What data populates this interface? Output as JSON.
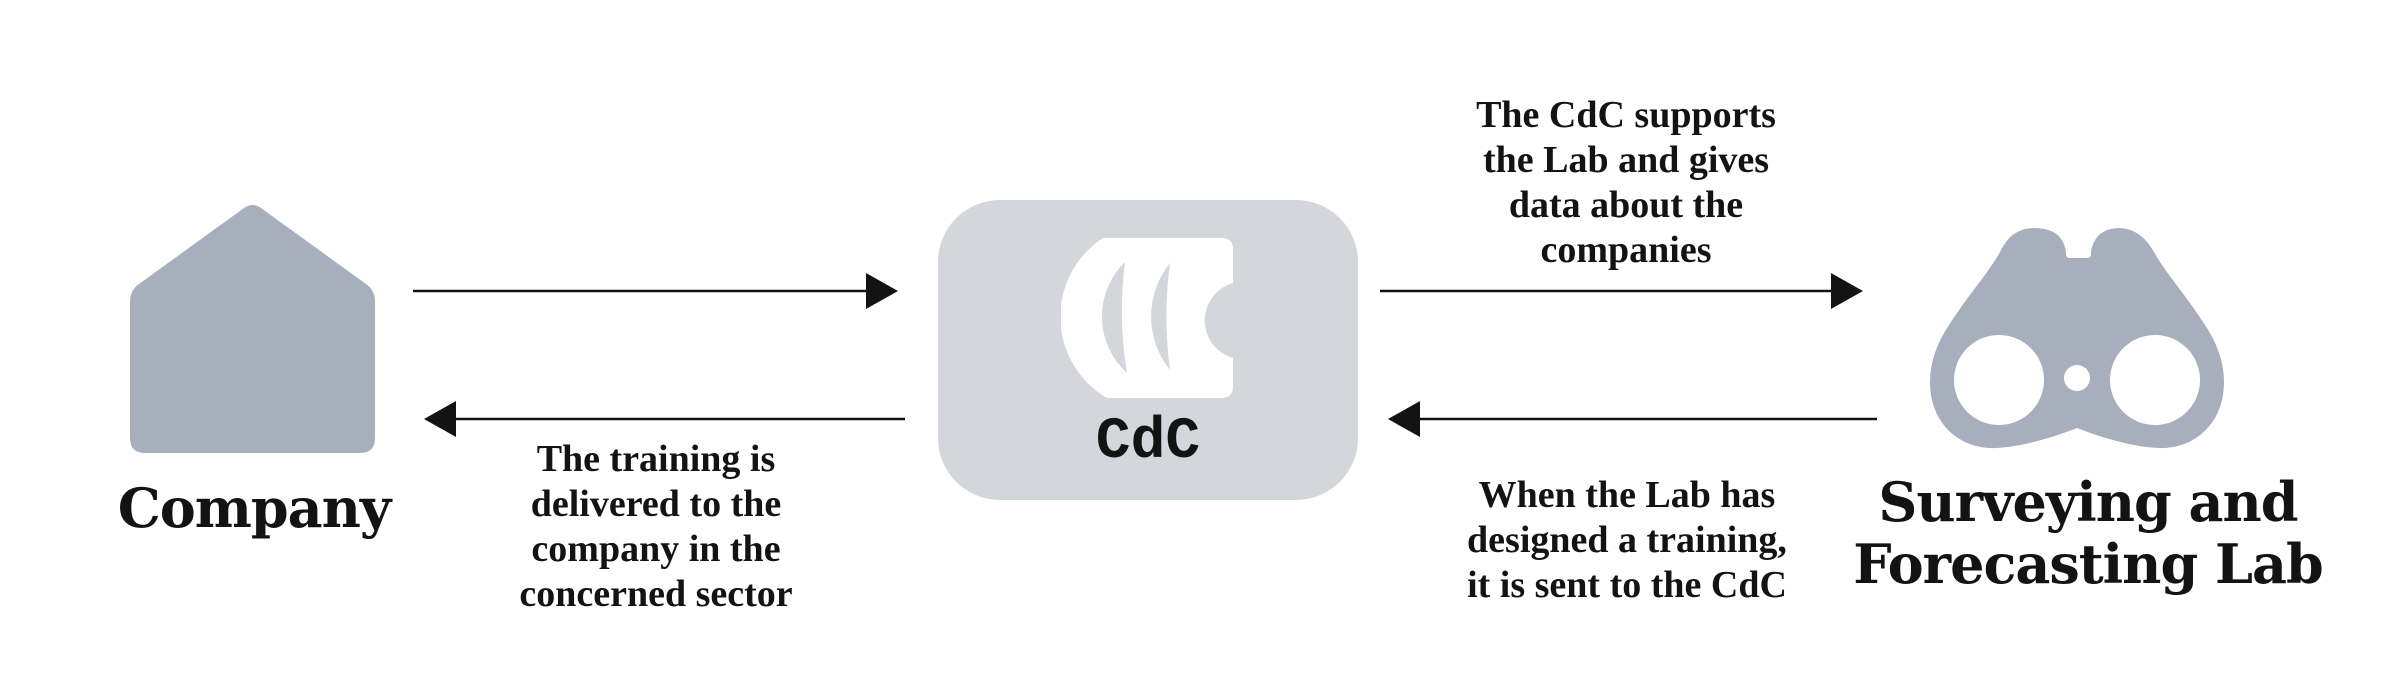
{
  "diagram": {
    "title": "CdC training flow diagram",
    "colors": {
      "icon_gray": "#A8AFBC",
      "box_gray": "#D3D6DB",
      "text_dark": "#131313",
      "arrow": "#131313",
      "background": "#ffffff"
    },
    "nodes": [
      {
        "id": "company",
        "icon": "house-icon",
        "label": "Company"
      },
      {
        "id": "cdc",
        "icon": "cdc-crescents-logo",
        "label": "CdC"
      },
      {
        "id": "lab",
        "icon": "binoculars-icon",
        "label": "Surveying and Forecasting Lab",
        "label_lines": [
          "Surveying and",
          "Forecasting Lab"
        ]
      }
    ],
    "edges": [
      {
        "from": "company",
        "to": "cdc",
        "direction": "right",
        "label": "",
        "label_lines": []
      },
      {
        "from": "cdc",
        "to": "lab",
        "direction": "right",
        "label": "The CdC supports the Lab and gives data about the companies",
        "label_lines": [
          "The CdC supports",
          "the Lab and gives",
          "data about the",
          "companies"
        ]
      },
      {
        "from": "lab",
        "to": "cdc",
        "direction": "left",
        "label": "When the Lab has designed a training, it is sent to the CdC",
        "label_lines": [
          "When the Lab has",
          "designed a training,",
          "it is sent to the CdC"
        ]
      },
      {
        "from": "cdc",
        "to": "company",
        "direction": "left",
        "label": "The training is delivered to the company in the concerned sector",
        "label_lines": [
          "The training is",
          "delivered to the",
          "company in the",
          "concerned sector"
        ]
      }
    ]
  }
}
